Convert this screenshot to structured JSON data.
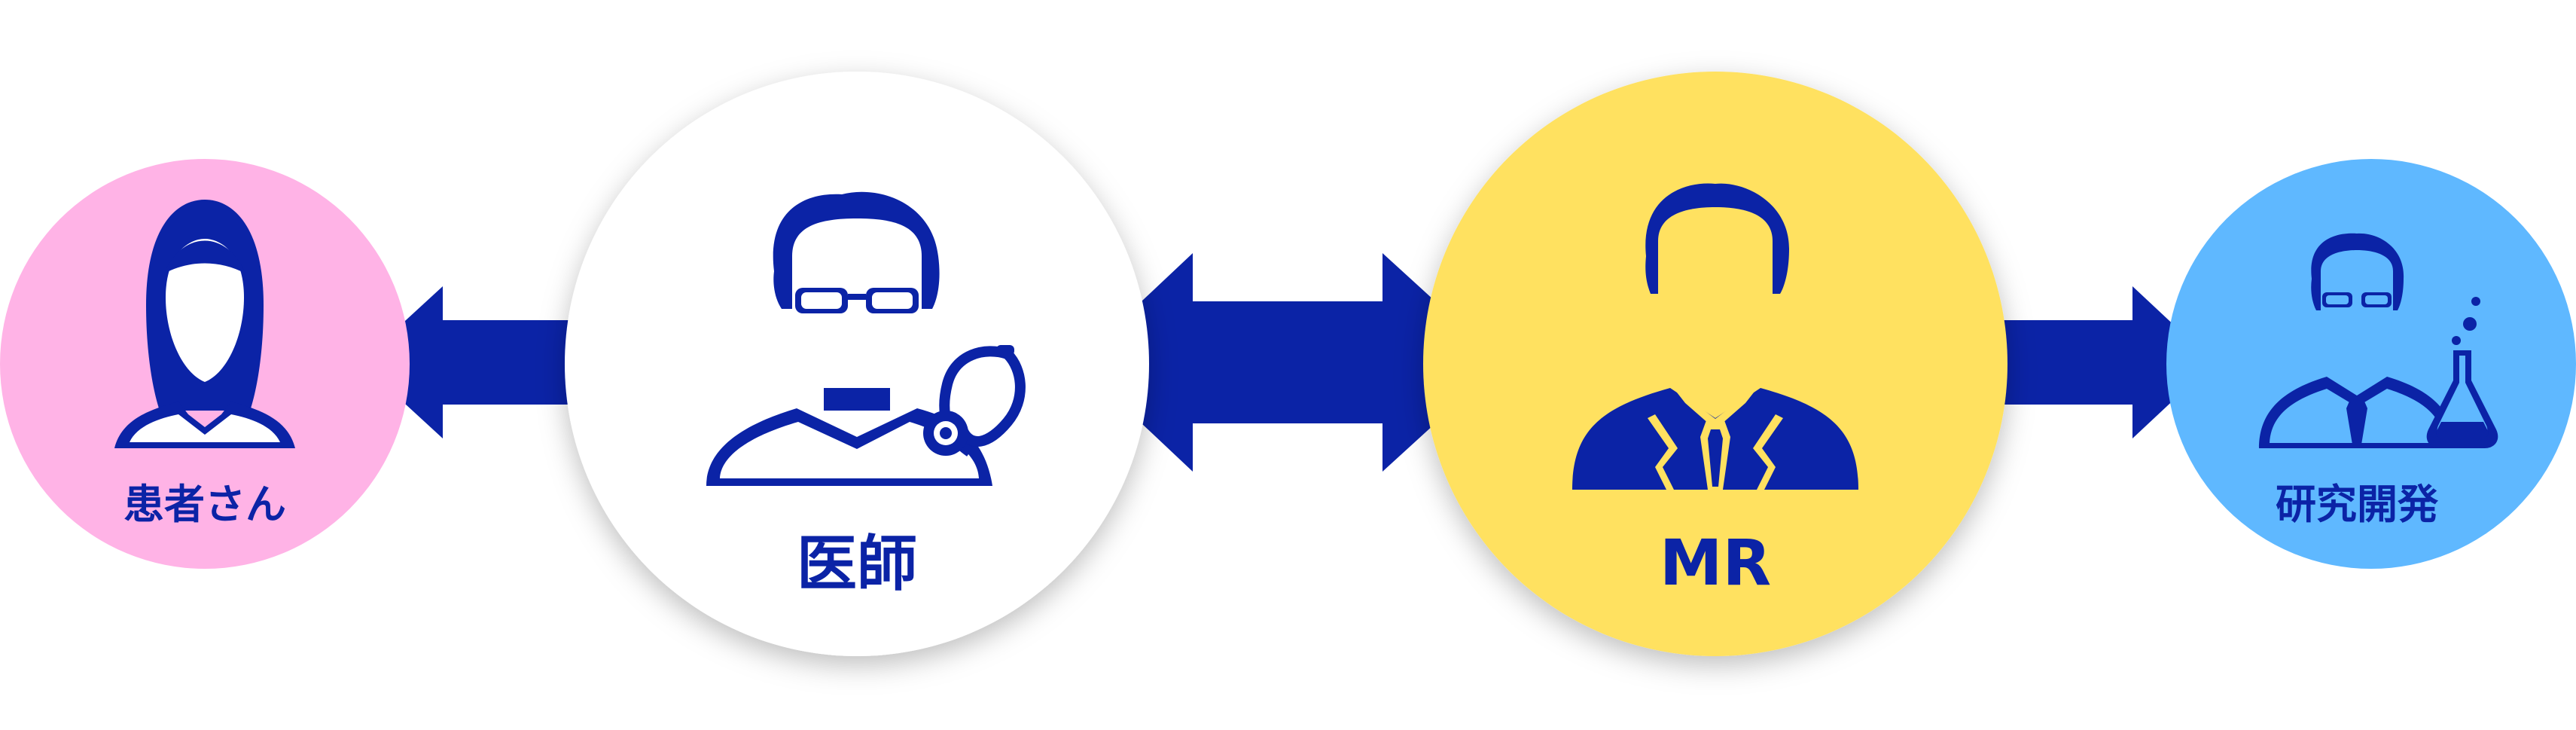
{
  "nodes": {
    "patient": {
      "label": "患者さん",
      "fill": "#ffb3e6"
    },
    "doctor": {
      "label": "医師",
      "fill": "#ffffff"
    },
    "mr": {
      "label": "MR",
      "fill": "#ffe160"
    },
    "rnd": {
      "label": "研究開発",
      "fill": "#5fb8ff"
    }
  },
  "colors": {
    "primary": "#0b23a6",
    "accent_yellow": "#ffe160",
    "shadow": "#00000033"
  },
  "icons": {
    "patient": "woman-avatar-icon",
    "doctor": "doctor-stethoscope-icon",
    "mr": "businessman-tie-icon",
    "rnd": "scientist-flask-icon"
  },
  "arrows": {
    "doctor_to_patient": "single-left",
    "doctor_mr": "double",
    "mr_to_rnd": "single-right"
  }
}
